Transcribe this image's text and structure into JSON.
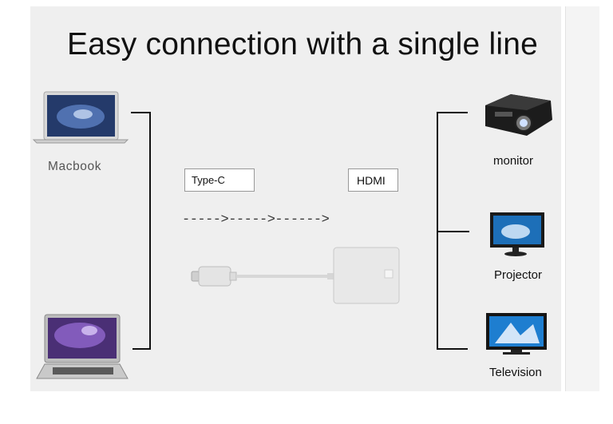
{
  "title": "Easy connection with a single line",
  "devices": {
    "left_top_label": "Macbook",
    "right_labels": [
      "monitor",
      "Projector",
      "Television"
    ]
  },
  "ports": {
    "input": "Type-C",
    "output": "HDMI"
  },
  "arrow_text": "----->----->------>"
}
